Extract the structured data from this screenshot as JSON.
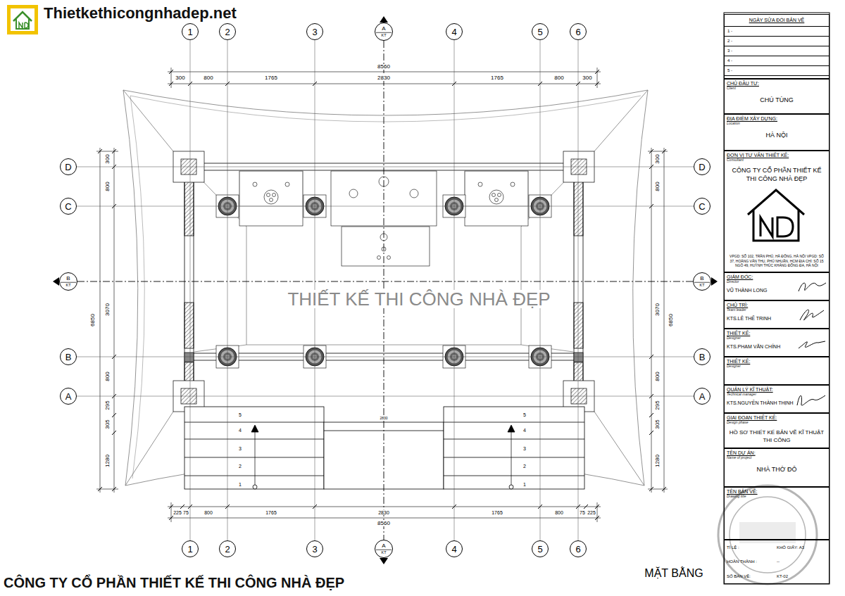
{
  "diagram": {
    "caption": "MẶT BẰNG",
    "nodes": [
      {
        "text": [
          "1"
        ]
      },
      {
        "text": [
          "2"
        ]
      },
      {
        "text": [
          "3"
        ]
      },
      {
        "text": [
          "A",
          "KT"
        ]
      },
      {
        "text": [
          "4"
        ]
      },
      {
        "text": [
          "5"
        ]
      },
      {
        "text": [
          "6"
        ]
      },
      {
        "text": [
          "D"
        ]
      },
      {
        "text": [
          "D"
        ]
      },
      {
        "text": [
          "C"
        ]
      },
      {
        "text": [
          "C"
        ]
      },
      {
        "text": [
          "B",
          "KT"
        ]
      },
      {
        "text": [
          "B",
          "KT"
        ]
      },
      {
        "text": [
          "B"
        ]
      },
      {
        "text": [
          "B"
        ]
      },
      {
        "text": [
          "A"
        ]
      },
      {
        "text": [
          "A"
        ]
      },
      {
        "text": [
          "1"
        ]
      },
      {
        "text": [
          "2"
        ]
      },
      {
        "text": [
          "3"
        ]
      },
      {
        "text": [
          "A",
          "KT"
        ]
      },
      {
        "text": [
          "4"
        ]
      },
      {
        "text": [
          "5"
        ]
      },
      {
        "text": [
          "6"
        ]
      },
      {
        "text": [
          "NGÀY SỬA ĐỔI BẢN VẼ",
          "1 -",
          "2 -",
          "3 -",
          "4 -",
          "5 -"
        ]
      },
      {
        "text": [
          "CHỦ ĐẦU TƯ:",
          "Client",
          "CHÚ TÙNG"
        ]
      },
      {
        "text": [
          "ĐỊA ĐIỂM XÂY DỰNG:",
          "Location",
          "HÀ NỘI"
        ]
      },
      {
        "text": [
          "ĐƠN VỊ TƯ VẤN THIẾT KẾ:",
          "Consultant",
          "CÔNG TY CỔ PHẦN THIẾT KẾ THI CÔNG NHÀ ĐẸP",
          "VPGD: SỐ 102, TRẦN PHÚ, HÀ ĐÔNG, HÀ NỘI VPGD: SỐ 37, HOÀNG VĂN THỤ, PHÚ NHUẬN, HCM ĐỊA CHỈ: SỐ 15 NGÕ 49, HUỲNH THÚC KHÁNG ĐỐNG ĐA, HÀ NỘI"
        ]
      },
      {
        "text": [
          "GIÁM ĐỐC:",
          "Director",
          "VŨ THÀNH LONG"
        ]
      },
      {
        "text": [
          "CHỦ TRÌ:",
          "Team leader",
          "KTS.LÊ THẾ TRINH"
        ]
      },
      {
        "text": [
          "THIẾT KẾ:",
          "Designer",
          "KTS.PHẠM VĂN CHÍNH"
        ]
      },
      {
        "text": [
          "THIẾT KẾ:",
          "Designer"
        ]
      },
      {
        "text": [
          "QUẢN LÝ KĨ THUẬT:",
          "Technical manager",
          "KTS.NGUYỄN THÀNH THỊNH"
        ]
      },
      {
        "text": [
          "GIAI ĐOẠN THIẾT KẾ:",
          "Design phase",
          "HỒ SƠ THIẾT KẾ BẢN VẼ KĨ THUẬT THI CÔNG"
        ]
      },
      {
        "text": [
          "TÊN DỰ ÁN:",
          "Name of project",
          "NHÀ THỜ ĐÔ"
        ]
      },
      {
        "text": [
          "TÊN BẢN VẼ:",
          "Drawing title"
        ]
      },
      {
        "text": [
          "TỈ LỆ :",
          "KHỔ GIẤY: A3",
          "HOÀN THÀNH :",
          "--",
          "SỐ BẢN VẼ:",
          "KT-02"
        ]
      }
    ],
    "edges": [
      {
        "from": 0,
        "to": 17,
        "arrow": "none"
      },
      {
        "from": 1,
        "to": 18,
        "arrow": "none"
      },
      {
        "from": 2,
        "to": 19,
        "arrow": "none"
      },
      {
        "from": 3,
        "to": 20,
        "arrow": "none"
      },
      {
        "from": 4,
        "to": 21,
        "arrow": "none"
      },
      {
        "from": 5,
        "to": 22,
        "arrow": "none"
      },
      {
        "from": 6,
        "to": 23,
        "arrow": "none"
      },
      {
        "from": 7,
        "to": 8,
        "arrow": "none"
      },
      {
        "from": 9,
        "to": 10,
        "arrow": "none"
      },
      {
        "from": 11,
        "to": 12,
        "arrow": "none"
      },
      {
        "from": 13,
        "to": 14,
        "arrow": "none"
      },
      {
        "from": 15,
        "to": 16,
        "arrow": "none"
      }
    ],
    "labels": [
      "Thietkethicongnhadep.net",
      "8560",
      "300",
      "800",
      "1765",
      "2830",
      "1765",
      "800",
      "300",
      "6850",
      "300",
      "800",
      "3070",
      "800",
      "295",
      "305",
      "1280",
      "6850",
      "300",
      "800",
      "3070",
      "800",
      "295",
      "305",
      "1280",
      "THIẾT KẾ THI CÔNG NHÀ ĐẸP",
      "5",
      "4",
      "3",
      "2",
      "1",
      "5",
      "4",
      "3",
      "2",
      "1",
      "2830",
      "225",
      "75",
      "800",
      "1765",
      "2830",
      "1765",
      "800",
      "75",
      "225",
      "8560",
      "CÔNG TY CỔ PHẦN THIẾT KẾ THI CÔNG NHÀ ĐẸP"
    ]
  }
}
